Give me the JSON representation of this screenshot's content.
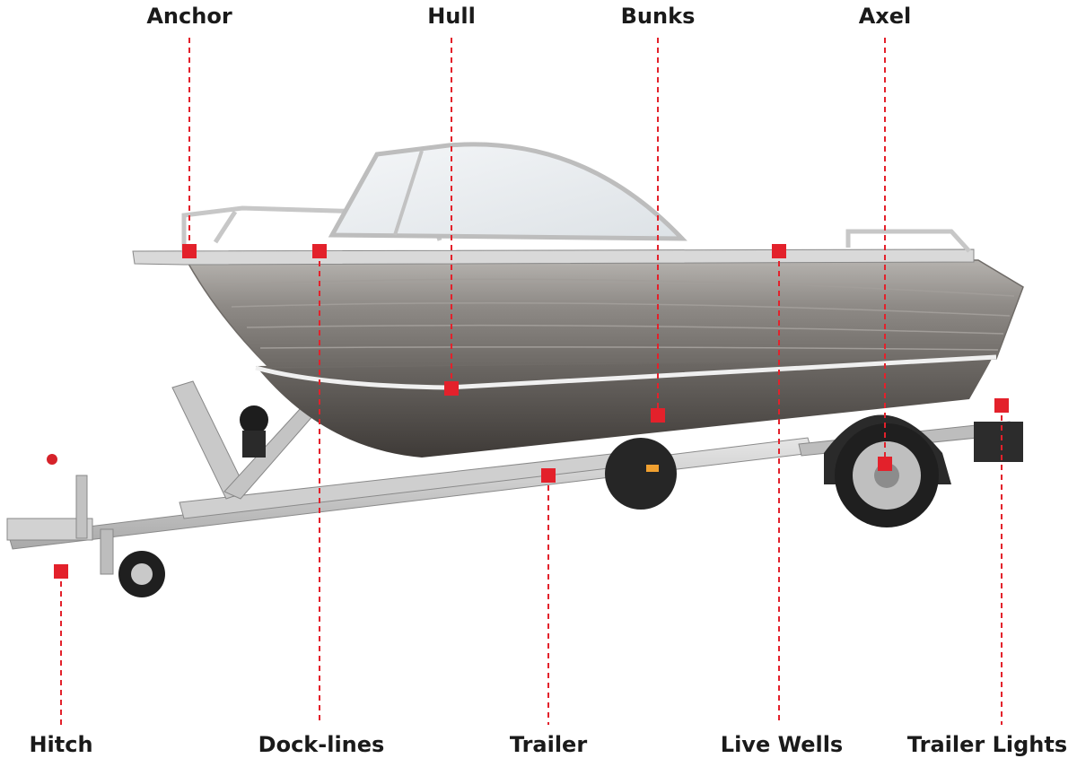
{
  "diagram": {
    "accent_color": "#e3212b",
    "line_color": "#e3212b",
    "illustration": "boat-on-trailer",
    "labels": {
      "anchor": "Anchor",
      "hull": "Hull",
      "bunks": "Bunks",
      "axel": "Axel",
      "hitch": "Hitch",
      "dock_lines": "Dock-lines",
      "trailer": "Trailer",
      "live_wells": "Live Wells",
      "trailer_lights": "Trailer Lights"
    }
  }
}
